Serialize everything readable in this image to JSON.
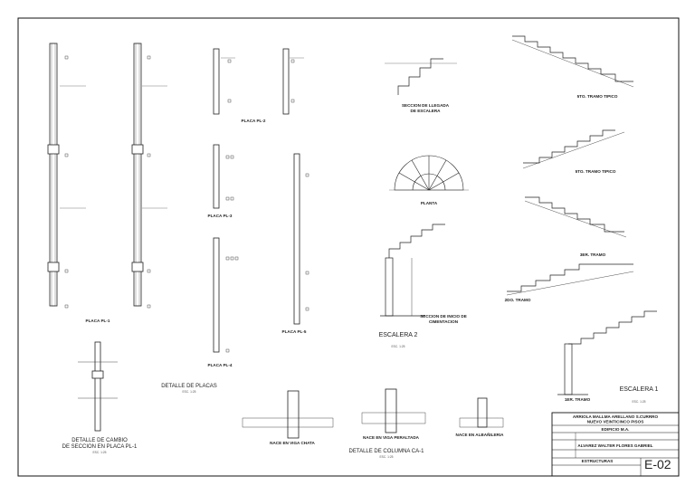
{
  "sheet": {
    "code": "E-02",
    "scale_text": "ESC. 1:25"
  },
  "titles": {
    "placa_pl1": "PLACA PL-1",
    "placa_pl2": "PLACA PL-2",
    "placa_pl3": "PLACA PL-3",
    "placa_pl4": "PLACA PL-4",
    "placa_pl5": "PLACA PL-5",
    "detalle_cambio_1": "DETALLE DE CAMBIO",
    "detalle_cambio_2": "DE SECCION EN PLACA PL-1",
    "detalle_placas": "DETALLE DE PLACAS",
    "seccion_llegada_1": "SECCION DE LLEGADA",
    "seccion_llegada_2": "DE ESCALERA",
    "planta": "PLANTA",
    "seccion_inicio_1": "SECCION DE INICIO DE",
    "seccion_inicio_2": "CIMENTACION",
    "escalera2": "ESCALERA 2",
    "escalera1": "ESCALERA 1",
    "tramo_tipico_1": "5TO. TRAMO TIPICO",
    "tramo_tipico_2": "5TO. TRAMO TIPICO",
    "tramo_3er": "3ER. TRAMO",
    "tramo_2do": "2DO. TRAMO",
    "tramo_1er": "1ER. TRAMO",
    "nace_viga_chata": "NACE EN VIGA CHATA",
    "nace_viga_peraltada": "NACE EN VIGA PERALTADA",
    "nace_albanileria": "NACE EN ALBAÑILERIA",
    "detalle_columna": "DETALLE DE COLUMNA CA-1"
  },
  "title_block": {
    "owner": "ARRIOLA MALLMA ARELLANO S.CURRRO",
    "project": "NUEVO VEINTICINCO PISOS",
    "sheet_name": "EDIFICIO M.A.",
    "location": "ESTRUCTURAS",
    "engineer": "ALVAREZ WALTER FLORES GABRIEL"
  }
}
